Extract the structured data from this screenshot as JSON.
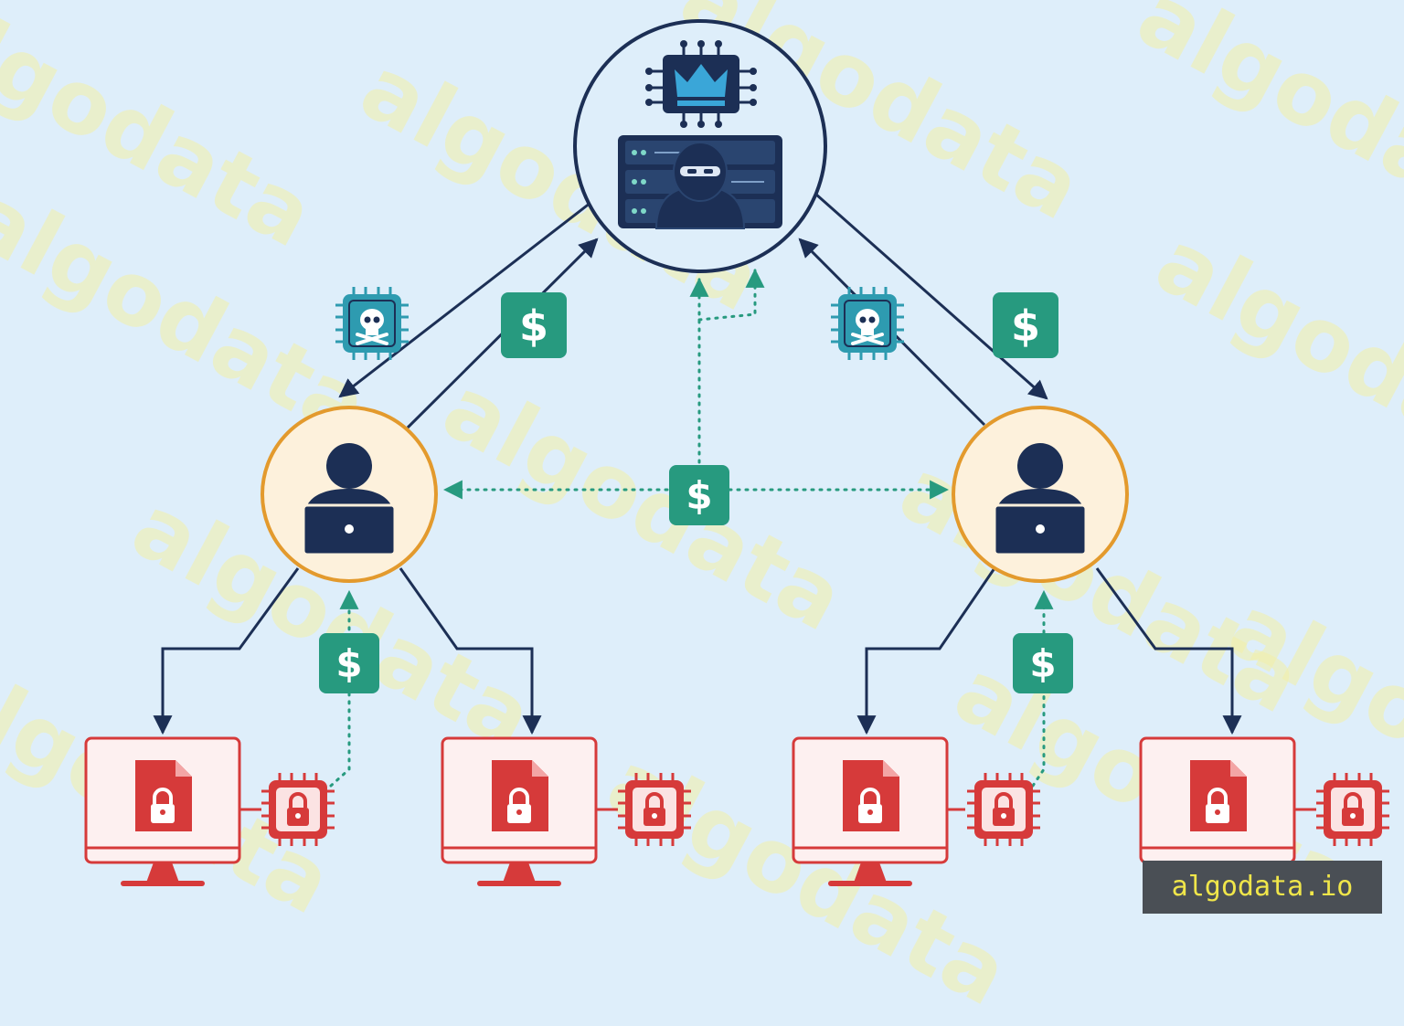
{
  "diagram": {
    "nodes": {
      "command_server": {
        "icons": [
          "chip-crown-icon",
          "server-rack-icon",
          "hacker-icon"
        ],
        "color": "#1c2f55"
      },
      "affiliates": [
        {
          "name": "affiliate-left",
          "icon": "person-laptop-icon",
          "ring_color": "#e39a2d",
          "fill": "#fdf1dc"
        },
        {
          "name": "affiliate-right",
          "icon": "person-laptop-icon",
          "ring_color": "#e39a2d",
          "fill": "#fdf1dc"
        }
      ],
      "victims": [
        {
          "name": "victim-1",
          "icon": "locked-file-monitor-icon"
        },
        {
          "name": "victim-2",
          "icon": "locked-file-monitor-icon"
        },
        {
          "name": "victim-3",
          "icon": "locked-file-monitor-icon"
        },
        {
          "name": "victim-4",
          "icon": "locked-file-monitor-icon"
        }
      ]
    },
    "payment_badge": {
      "symbol": "$",
      "icon": "dollar-icon",
      "color": "#279a7f"
    },
    "malware_badge": {
      "icon": "skull-chip-icon",
      "color": "#2e9bb0"
    },
    "lock_badge": {
      "icon": "lock-chip-icon",
      "color": "#d63a3a"
    },
    "colors": {
      "background": "#deeefa",
      "line": "#1c2f55",
      "payment_flow": "#279a7f",
      "victim": "#d63a3a"
    }
  },
  "watermark": {
    "text": "algodata"
  },
  "brand": {
    "label": "algodata.io"
  }
}
